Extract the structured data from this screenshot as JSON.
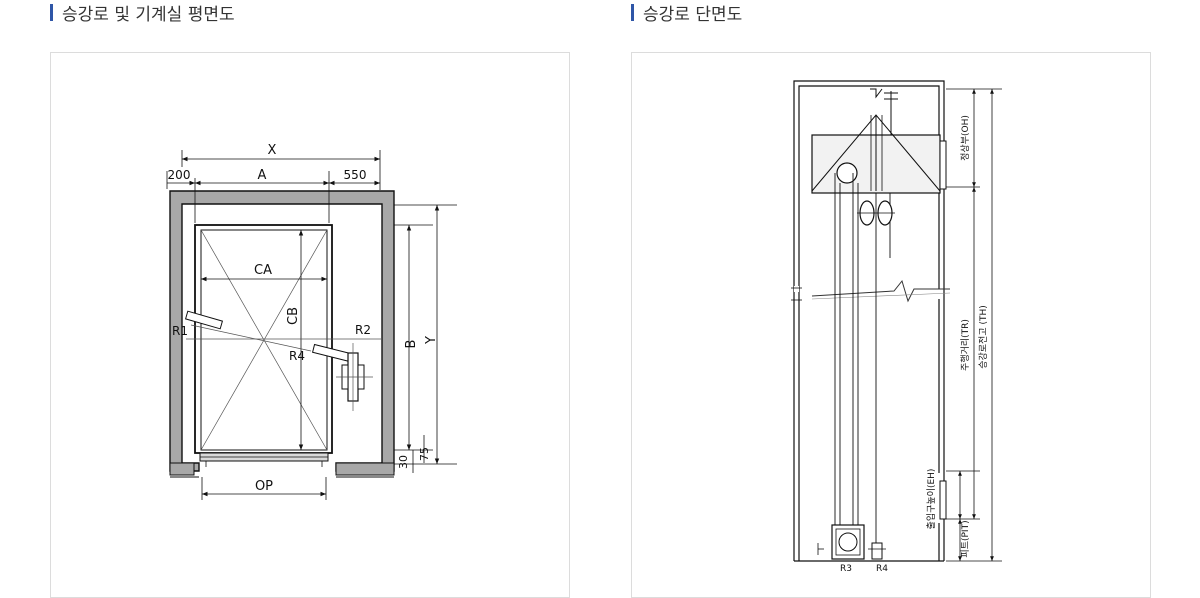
{
  "headings": {
    "plan": "승강로 및 기계실 평면도",
    "section": "승강로 단면도"
  },
  "colors": {
    "accent_bar": "#2f56a7",
    "wall_fill": "#a8a8a8",
    "panel_border": "#dcdcdc"
  },
  "plan_labels": {
    "x": "X",
    "a": "A",
    "dim_200": "200",
    "dim_550": "550",
    "ca": "CA",
    "cb": "CB",
    "r1": "R1",
    "r2": "R2",
    "r4": "R4",
    "b": "B",
    "y": "Y",
    "dim_30": "30",
    "dim_75": "75",
    "op": "OP"
  },
  "section_labels": {
    "overhead": "정상부(OH)",
    "travel": "주행거리(TR)",
    "hoistway_height": "승강로전고 (TH)",
    "entrance_height": "출입구높이(EH)",
    "pit": "피트(PIT)",
    "r3": "R3",
    "r4": "R4"
  }
}
